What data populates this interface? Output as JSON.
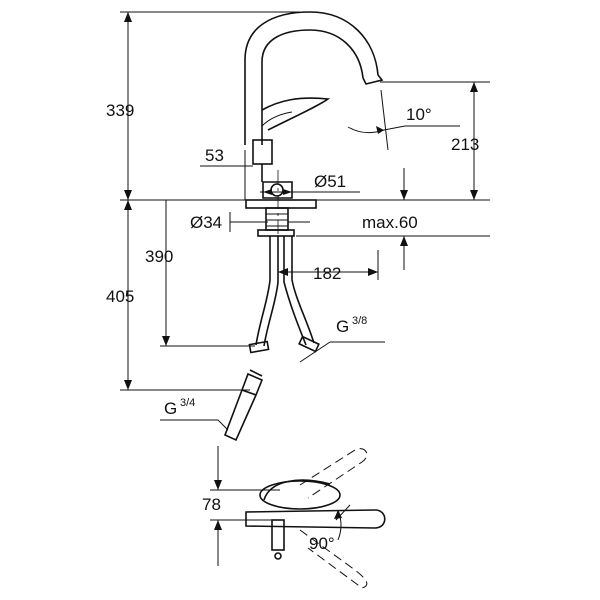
{
  "dimensions": {
    "total_height": "339",
    "spout_height": "213",
    "lever_offset": "53",
    "base_diameter": "Ø51",
    "hole_diameter": "Ø34",
    "max_deck": "max.60",
    "hose_length": "390",
    "reach": "182",
    "overall_hose": "405",
    "thread_outlet": "G",
    "thread_outlet_frac": "3/8",
    "thread_inlet": "G",
    "thread_inlet_frac": "3/4",
    "angle_spout": "10°",
    "lever_depth": "78",
    "lever_rotation": "90°"
  }
}
